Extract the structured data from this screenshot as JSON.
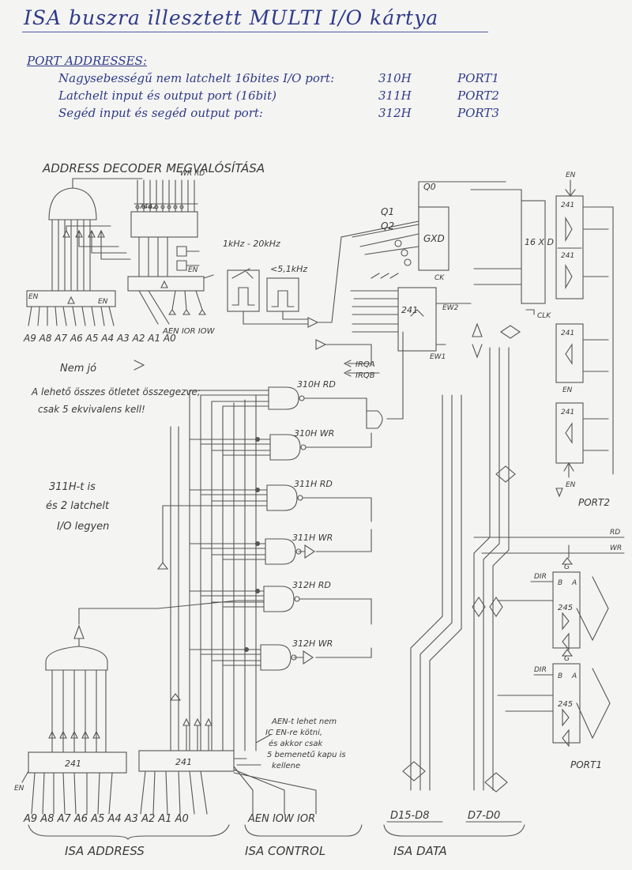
{
  "title": "ISA buszra illesztett MULTI I/O kártya",
  "port_addresses": {
    "header": "PORT ADDRESSES:",
    "rows": [
      {
        "desc": "Nagysebességű nem latchelt 16bites I/O port:",
        "addr": "310H",
        "name": "PORT1"
      },
      {
        "desc": "Latchelt input és output port (16bit)",
        "addr": "311H",
        "name": "PORT2"
      },
      {
        "desc": "Segéd input és segéd output port:",
        "addr": "312H",
        "name": "PORT3"
      }
    ]
  },
  "decoder": {
    "heading": "ADDRESS DECODER MEGVALÓSÍTÁSA",
    "chip_7442": "7442",
    "en": "EN",
    "wr_rd": "WR RD",
    "addr_pins": "A9 A8 A7 A6 A5 A4 A3 A2 A1 A0",
    "ctrl_pins": "AEN IOR IOW",
    "note_line1": "Nem jó",
    "note_line2": "A lehető összes ötletet összegezve;",
    "note_line3": "csak 5 ekvivalens kell!"
  },
  "clock": {
    "osc1": "1kHz - 20kHz",
    "osc2": "<5,1kHz",
    "q0": "Q0",
    "q1": "Q1",
    "q2": "Q2",
    "mux": "GXD",
    "ck": "CK",
    "buf": "241",
    "ew2": "EW2",
    "ew1": "EW1",
    "irqa": "IRQA",
    "irqb": "IRQB"
  },
  "port2": {
    "label": "PORT2",
    "latch": "16 X D",
    "clk": "CLK",
    "buffer": "241",
    "en": "EN"
  },
  "gates": {
    "g1": "310H RD",
    "g2": "310H WR",
    "g3": "311H RD",
    "g4": "311H WR",
    "g5": "312H RD",
    "g6": "312H WR",
    "note_line1": "311H-t is",
    "note_line2": "és 2 latchelt",
    "note_line3": "I/O legyen"
  },
  "port1": {
    "label": "PORT1",
    "chip": "245",
    "dir": "DIR",
    "b": "B",
    "a": "A",
    "g": "G",
    "rd": "RD",
    "wr": "WR"
  },
  "isa": {
    "buf": "241",
    "en": "EN",
    "aen_note_line1": "AEN-t lehet nem",
    "aen_note_line2": "IC EN-re kötni,",
    "aen_note_line3": "és akkor csak",
    "aen_note_line4": "5 bemenetű kapu is",
    "aen_note_line5": "kellene",
    "addr_pins": "A9 A8 A7 A6 A5 A4 A3 A2 A1 A0",
    "ctrl_pins": "AEN IOW IOR",
    "d_hi": "D15-D8",
    "d_lo": "D7-D0",
    "addr_label": "ISA ADDRESS",
    "ctrl_label": "ISA CONTROL",
    "data_label": "ISA DATA"
  },
  "colors": {
    "ink": "#2f3a78",
    "pencil": "#444444",
    "paper": "#f4f4f2"
  }
}
